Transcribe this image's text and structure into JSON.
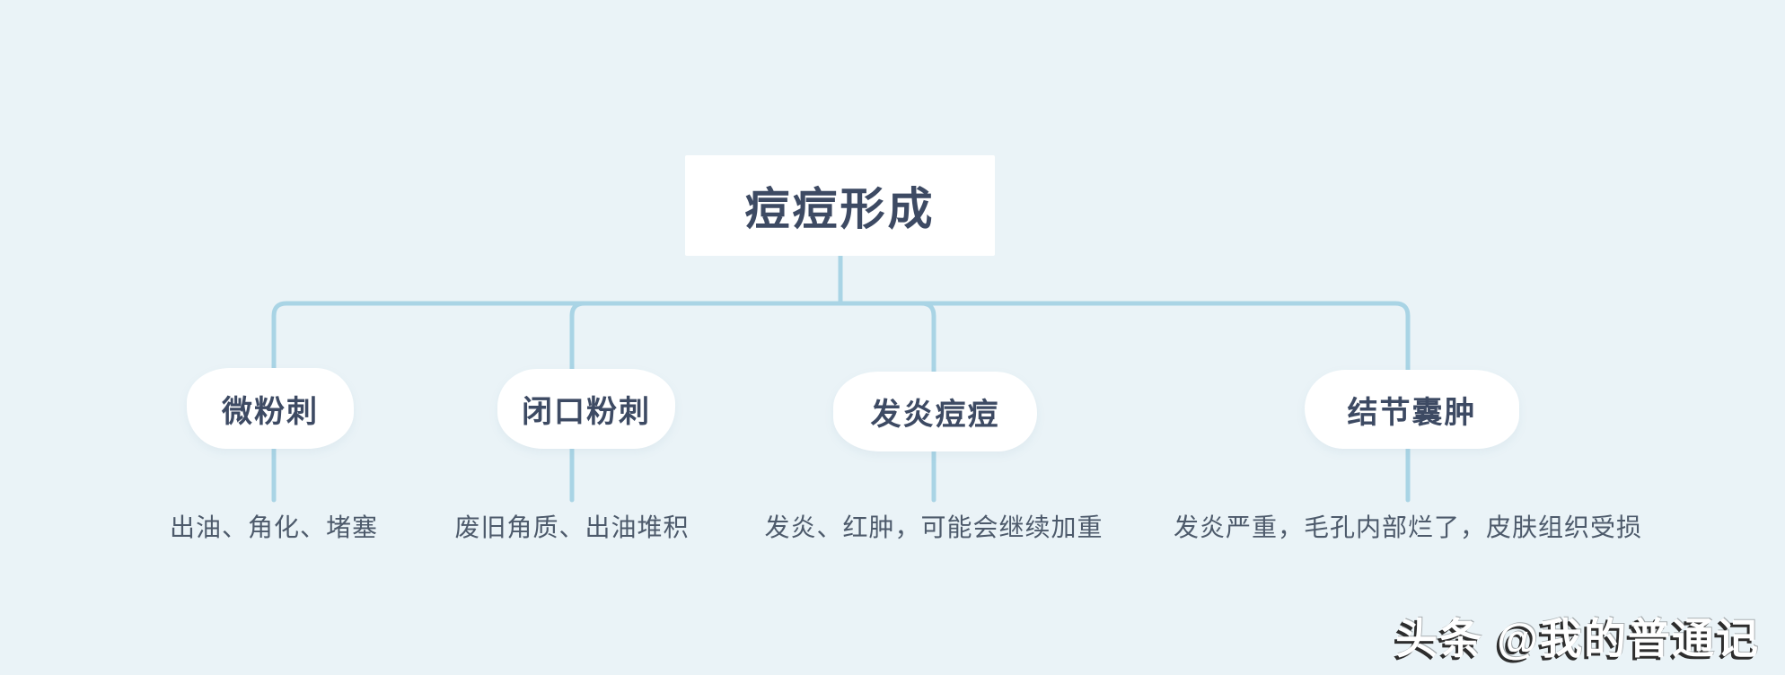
{
  "page": {
    "background_color": "#eaf3f7",
    "connector_color": "#a9d4e5",
    "node_text_color": "#3d4a63",
    "description_text_color": "#4d5a6b"
  },
  "root": {
    "label": "痘痘形成"
  },
  "branches": [
    {
      "label": "微粉刺",
      "description": "出油、角化、堵塞"
    },
    {
      "label": "闭口粉刺",
      "description": "废旧角质、出油堆积"
    },
    {
      "label": "发炎痘痘",
      "description": "发炎、红肿，可能会继续加重"
    },
    {
      "label": "结节囊肿",
      "description": "发炎严重，毛孔内部烂了，皮肤组织受损"
    }
  ],
  "watermark": {
    "text": "头条 @我的普通记"
  }
}
